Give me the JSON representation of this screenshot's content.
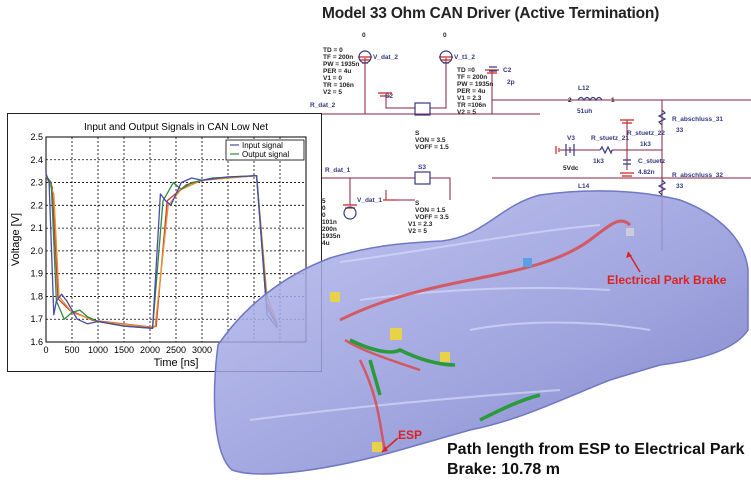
{
  "title": "Model 33 Ohm CAN Driver (Active Termination)",
  "schematic": {
    "sources": [
      {
        "name": "V_dat_2",
        "params": [
          "TD = 0",
          "TF = 200n",
          "PW = 1935n",
          "PER = 4u",
          "V1 = 0",
          "TR = 106n",
          "V2 = 5"
        ]
      },
      {
        "name": "V_t1_2",
        "params": [
          "TD =0",
          "TF = 200n",
          "PW = 1935n",
          "PER = 4u",
          "V1 = 2.3",
          "TR =106n",
          "V2 = 5"
        ]
      },
      {
        "name": "V_dat_1",
        "params": [
          "5",
          "0",
          "0",
          "101n",
          "200n",
          "1935n",
          "4u"
        ]
      }
    ],
    "switches": [
      {
        "name": "S2",
        "params": [
          "S",
          "VON = 3.5",
          "VOFF = 1.5"
        ]
      },
      {
        "name": "S3",
        "params": [
          "S",
          "VON = 1.5",
          "VOFF = 3.5",
          "V1 = 2.3",
          "V2 = 5"
        ]
      }
    ],
    "components": {
      "c2": "C2",
      "c2_val": "2p",
      "l12": "L12",
      "l12_val": "51uh",
      "l14": "L14",
      "r_dat_2": "R_dat_2",
      "r_dat_1": "R_dat_1",
      "v3": "V3",
      "v3_val": "5Vdc",
      "r_stuetz_21": "R_stuetz_21",
      "r_stuetz_21_val": "1k3",
      "r_stuetz_22": "R_stuetz_22",
      "r_stuetz_22_val": "1k3",
      "c_stuetz": "C_stuetz",
      "c_stuetz_val": "4.82n",
      "r_abschluss_31": "R_abschluss_31",
      "r_abschluss_31_val": "33",
      "r_abschluss_32": "R_abschluss_32",
      "r_abschluss_32_val": "33",
      "gnd": "0",
      "pin1": "1",
      "pin2": "2"
    }
  },
  "chart_data": {
    "type": "line",
    "title": "Input and Output Signals in CAN Low Net",
    "xlabel": "Time [ns]",
    "ylabel": "Voltage [V]",
    "xlim": [
      0,
      5000
    ],
    "ylim": [
      1.6,
      2.5
    ],
    "xticks": [
      "0",
      "500",
      "1000",
      "1500",
      "2000",
      "2500",
      "3000"
    ],
    "yticks": [
      "1.6",
      "1.7",
      "1.8",
      "1.9",
      "2.0",
      "2.1",
      "2.2",
      "2.3",
      "2.4",
      "2.5"
    ],
    "grid": true,
    "legend_position": "top-right",
    "series": [
      {
        "name": "Input signal",
        "color": "#4a4aa8",
        "x": [
          0,
          60,
          150,
          200,
          300,
          400,
          600,
          800,
          1000,
          1500,
          2050,
          2200,
          2300,
          2400,
          2600,
          2800,
          3000,
          3500,
          4050,
          4250,
          4450
        ],
        "y": [
          2.34,
          2.3,
          1.72,
          1.78,
          1.81,
          1.78,
          1.7,
          1.68,
          1.69,
          1.67,
          1.66,
          2.25,
          2.22,
          2.2,
          2.3,
          2.32,
          2.31,
          2.325,
          2.33,
          1.72,
          1.66
        ]
      },
      {
        "name": "Output signal",
        "color": "#2e8a3e",
        "x": [
          0,
          100,
          200,
          350,
          500,
          650,
          800,
          1000,
          1500,
          2050,
          2250,
          2450,
          2600,
          2800,
          3200,
          4050,
          4250,
          4450
        ],
        "y": [
          2.33,
          2.3,
          1.78,
          1.7,
          1.73,
          1.74,
          1.71,
          1.69,
          1.67,
          1.66,
          2.22,
          2.3,
          2.27,
          2.3,
          2.32,
          2.33,
          1.75,
          1.67
        ]
      },
      {
        "name": "",
        "color": "#e8902a",
        "x": [
          0,
          150,
          250,
          500,
          1000,
          2000,
          2100,
          2350,
          2600,
          3000,
          4050,
          4250,
          4450
        ],
        "y": [
          2.33,
          2.25,
          1.8,
          1.73,
          1.69,
          1.665,
          1.67,
          2.2,
          2.27,
          2.31,
          2.33,
          1.8,
          1.68
        ]
      },
      {
        "name": "",
        "color": "#c83a3a",
        "x": [
          0,
          120,
          230,
          450,
          900,
          2050,
          2120,
          2330,
          2700,
          3100,
          4050,
          4230,
          4450
        ],
        "y": [
          2.33,
          2.28,
          1.79,
          1.74,
          1.695,
          1.665,
          1.67,
          2.22,
          2.29,
          2.315,
          2.33,
          1.78,
          1.67
        ]
      }
    ]
  },
  "annotations": {
    "epb": "Electrical Park Brake",
    "esp": "ESP",
    "path_line1": "Path length from ESP to Electrical Park",
    "path_line2": "Brake: 10.78 m"
  }
}
